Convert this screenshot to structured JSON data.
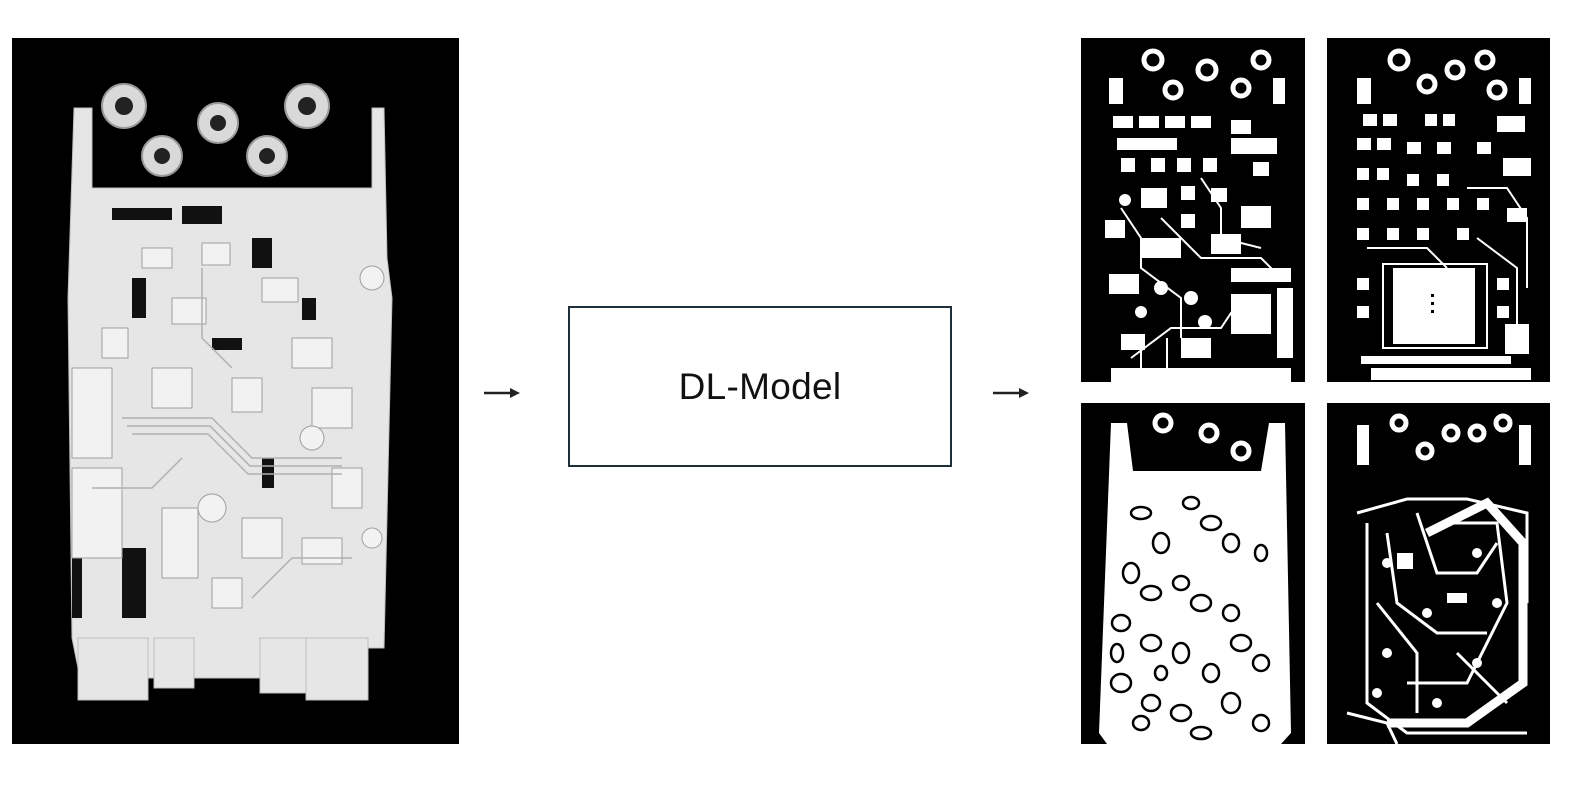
{
  "model": {
    "label": "DL-Model"
  },
  "colors": {
    "background": "#ffffff",
    "panel": "#000000",
    "trace": "#ffffff",
    "scan": "#e6e6e6",
    "box_border": "#1f2f3a"
  },
  "panels": {
    "input": {
      "icon": "pcb-xray-scan"
    },
    "outputs": [
      "pcb-layer-1",
      "pcb-layer-2",
      "pcb-layer-3",
      "pcb-layer-4"
    ]
  }
}
